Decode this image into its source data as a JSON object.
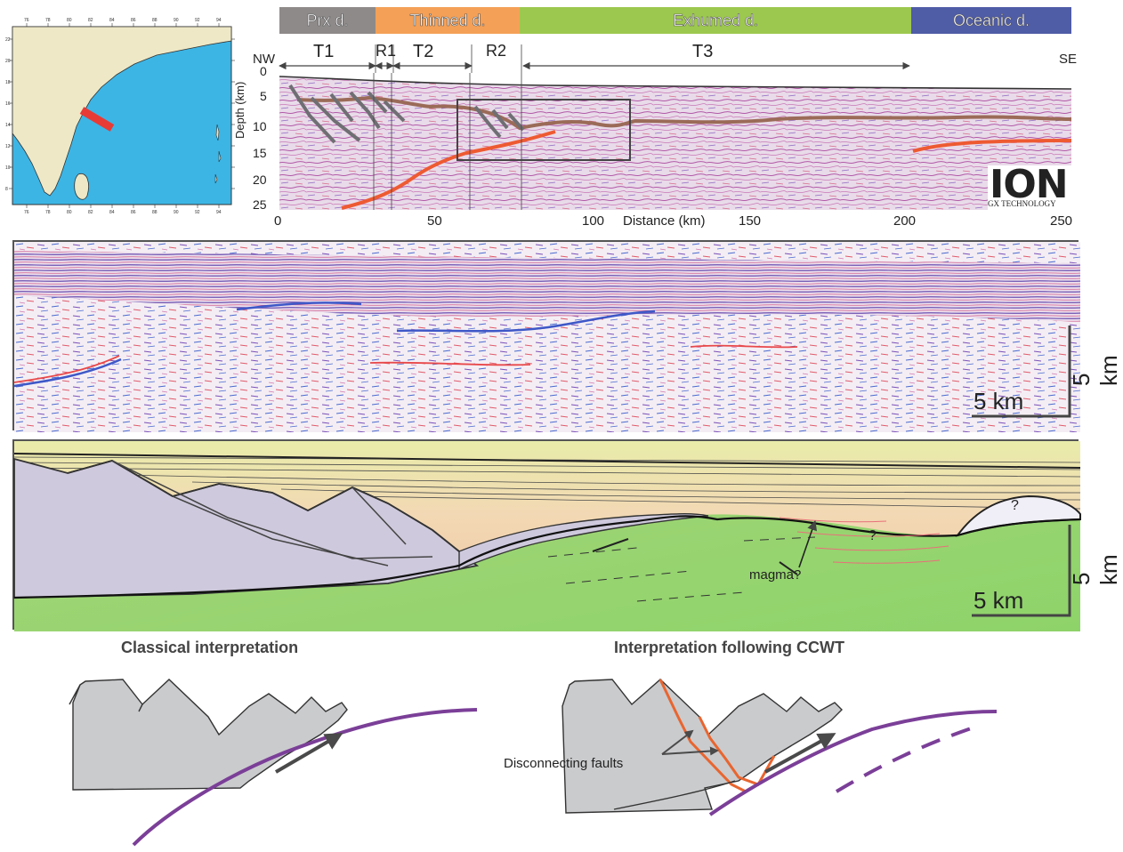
{
  "domains": [
    {
      "label": "Prx d.",
      "color": "#8e8a8a"
    },
    {
      "label": "Thinned d.",
      "color": "#f4a057"
    },
    {
      "label": "Exhumed d.",
      "color": "#9dc84f"
    },
    {
      "label": "Oceanic d.",
      "color": "#4f5ca6"
    }
  ],
  "sections": [
    "T1",
    "R1",
    "T2",
    "R2",
    "T3"
  ],
  "orientation": {
    "left": "NW",
    "right": "SE"
  },
  "profile": {
    "depth_axis_label": "Depth (km)",
    "depth_ticks": [
      "0",
      "5",
      "10",
      "15",
      "20",
      "25"
    ],
    "distance_axis_label": "Distance (km)",
    "distance_ticks": [
      "0",
      "50",
      "100",
      "150",
      "200",
      "250"
    ],
    "logo_text": "ION",
    "logo_subtext": "GX TECHNOLOGY"
  },
  "map": {
    "lon_ticks": [
      "76",
      "78",
      "80",
      "82",
      "84",
      "86",
      "88",
      "90",
      "92",
      "94"
    ],
    "lat_ticks": [
      "22",
      "20",
      "18",
      "16",
      "14",
      "12",
      "10",
      "8"
    ],
    "colors": {
      "land": "#eee8c6",
      "sea": "#3cb5e5",
      "line": "#e83b36"
    }
  },
  "seismic_panel": {
    "scale_h": "5 km",
    "scale_v": "5 km"
  },
  "interp_panel": {
    "scale_h": "5 km",
    "scale_v": "5 km",
    "annotations": {
      "magma": "magma?",
      "q1": "?",
      "q2": "?"
    }
  },
  "sketches": {
    "classical_title": "Classical interpretation",
    "ccwt_title": "Interpretation following CCWT",
    "faults_label": "Disconnecting faults",
    "colors": {
      "block": "#cacbcd",
      "detachment": "#7b3f98",
      "fault": "#e9652f"
    }
  }
}
